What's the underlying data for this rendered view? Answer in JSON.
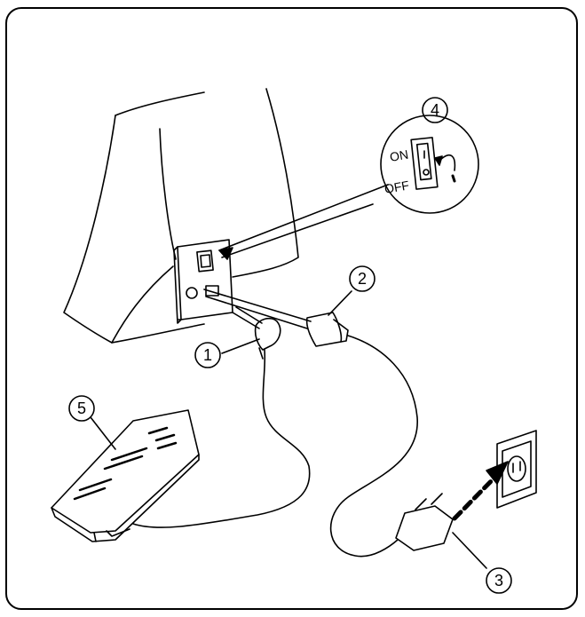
{
  "callouts": {
    "c1": "1",
    "c2": "2",
    "c3": "3",
    "c4": "4",
    "c5": "5"
  },
  "switch": {
    "on_label": "ON",
    "off_label": "OFF"
  }
}
